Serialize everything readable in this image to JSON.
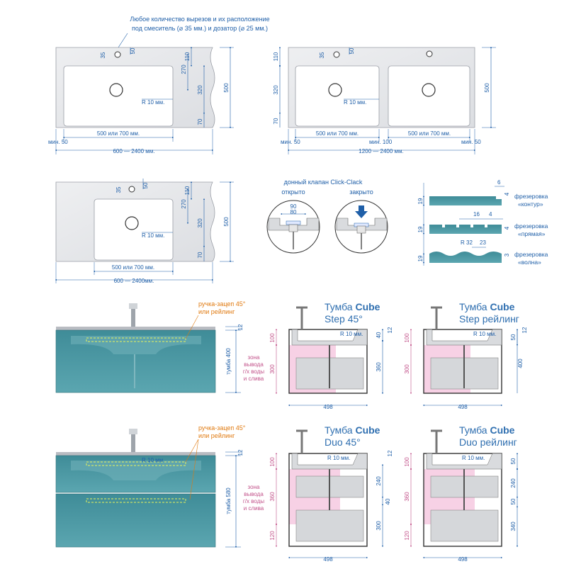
{
  "top_note": {
    "line1": "Любое количество вырезов и их расположение",
    "line2": "под смеситель (⌀ 35 мм.) и дозатор (⌀ 25 мм.)"
  },
  "sink_single": {
    "d35": "35",
    "d50": "50",
    "d110": "110",
    "d270": "270",
    "d320": "320",
    "d70": "70",
    "d500": "500",
    "radius": "R 10 мм.",
    "min50": "мин. 50",
    "bowl_width": "500 или 700 мм.",
    "total": "600 — 2400 мм."
  },
  "sink_double": {
    "d35": "35",
    "d50": "50",
    "d110": "110",
    "d320": "320",
    "d70": "70",
    "d500": "500",
    "radius": "R 10 мм.",
    "min50_left": "мин. 50",
    "bowl_width_left": "500 или 700 мм.",
    "min100": "мин. 100",
    "bowl_width_right": "500 или 700 мм.",
    "min50_right": "мин. 50",
    "total": "1200 — 2400 мм."
  },
  "sink_single_b": {
    "d35": "35",
    "d50": "50",
    "d110": "110",
    "d270": "270",
    "d320": "320",
    "d70": "70",
    "d500": "500",
    "radius": "R 10 мм.",
    "bowl_width": "500 или 700 мм.",
    "total": "600 — 2400мм."
  },
  "valve": {
    "title": "донный клапан Click-Clack",
    "open": "открыто",
    "closed": "закрыто",
    "d90": "90",
    "d80": "80"
  },
  "milling": {
    "d6": "6",
    "d4a": "4",
    "d19a": "19",
    "label1a": "фрезеровка",
    "label1b": "«контур»",
    "d16": "16",
    "d4b": "4",
    "d4c": "4",
    "d19b": "19",
    "label2a": "фрезеровка",
    "label2b": "«прямая»",
    "r32": "R 32",
    "d23": "23",
    "d3": "3",
    "d19c": "19",
    "label3a": "фрезеровка",
    "label3b": "«волна»"
  },
  "cabinet1": {
    "note1": "ручка-зацеп 45°",
    "note2": "или рейлинг",
    "d12": "12",
    "height": "тумба 400"
  },
  "cabinet2": {
    "note1": "ручка-зацеп 45°",
    "note2": "или рейлинг",
    "d12": "12",
    "height": "тумба 580",
    "radius": "R 10 мм"
  },
  "step45": {
    "title_a": "Тумба ",
    "title_b": "Cube",
    "title_c": "Step 45°",
    "radius": "R 10 мм.",
    "d100": "100",
    "d300": "300",
    "d40": "40",
    "d12": "12",
    "d360": "360",
    "width": "498",
    "zone1": "зона",
    "zone2": "вывода",
    "zone3": "г/х воды",
    "zone4": "и слива"
  },
  "step_rail": {
    "title_a": "Тумба ",
    "title_b": "Cube",
    "title_c": "Step рейлинг",
    "radius": "R 10 мм.",
    "d100": "100",
    "d300": "300",
    "d50": "50",
    "d12": "12",
    "d400": "400",
    "width": "498"
  },
  "duo45": {
    "title_a": "Тумба ",
    "title_b": "Cube",
    "title_c": "Duo 45°",
    "radius": "R 10 мм.",
    "d100": "100",
    "d360": "360",
    "d120": "120",
    "d12": "12",
    "d240": "240",
    "d40": "40",
    "d300": "300",
    "width": "498",
    "zone1": "зона",
    "zone2": "вывода",
    "zone3": "г/х воды",
    "zone4": "и слива"
  },
  "duo_rail": {
    "title_a": "Тумба ",
    "title_b": "Cube",
    "title_c": "Duo рейлинг",
    "radius": "R 10 мм.",
    "d100": "100",
    "d360": "360",
    "d120": "120",
    "d50a": "50",
    "d240": "240",
    "d50b": "50",
    "d340": "340",
    "width": "498"
  },
  "colors": {
    "blue_text": "#1f5fa8",
    "pink_text": "#c2528a",
    "orange_text": "#e07a10",
    "teal": "#4e9aa6",
    "sink_fill": "#e8e9eb",
    "pink_zone": "#f6c9e1"
  }
}
